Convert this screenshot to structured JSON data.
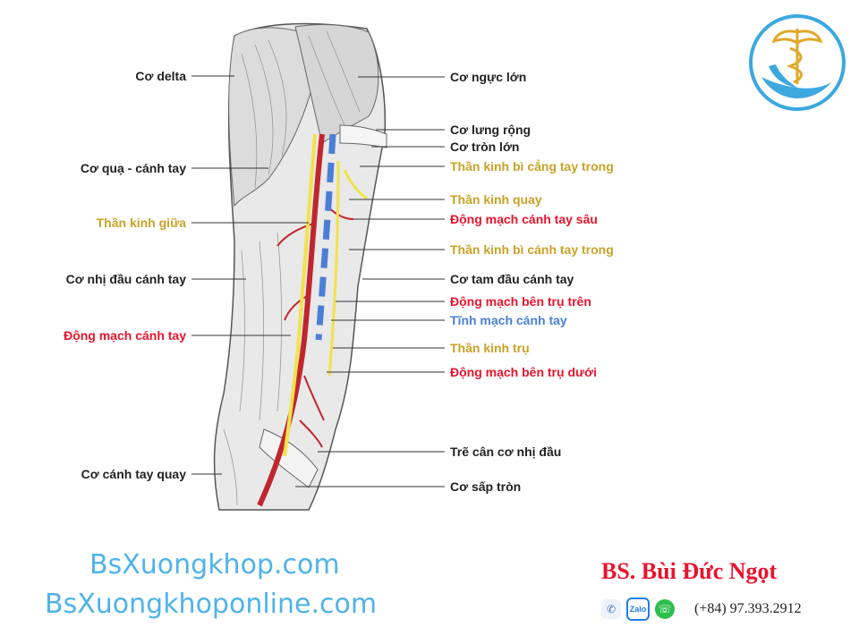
{
  "colors": {
    "muscle_label": "#222222",
    "nerve_label": "#c9a227",
    "artery_label": "#e8142c",
    "vein_label": "#4b7fd6",
    "site_text": "#4fb3e8",
    "logo_ring": "#3ca8e0"
  },
  "labels": {
    "left": [
      {
        "text": "Cơ delta",
        "kind": "muscle"
      },
      {
        "text": "Cơ quạ - cánh tay",
        "kind": "muscle"
      },
      {
        "text": "Thần kinh giữa",
        "kind": "nerve"
      },
      {
        "text": "Cơ nhị đầu cánh tay",
        "kind": "muscle"
      },
      {
        "text": "Động mạch cánh tay",
        "kind": "artery"
      },
      {
        "text": "Cơ cánh tay quay",
        "kind": "muscle"
      }
    ],
    "right": [
      {
        "text": "Cơ ngực lớn",
        "kind": "muscle"
      },
      {
        "text": "Cơ lưng rộng",
        "kind": "muscle"
      },
      {
        "text": "Cơ tròn lớn",
        "kind": "muscle"
      },
      {
        "text": "Thần kinh bì cẳng tay trong",
        "kind": "nerve"
      },
      {
        "text": "Thần kinh quay",
        "kind": "nerve"
      },
      {
        "text": "Động mạch cánh tay sâu",
        "kind": "artery"
      },
      {
        "text": "Thần kinh bì cánh tay trong",
        "kind": "nerve"
      },
      {
        "text": "Cơ tam đầu cánh tay",
        "kind": "muscle"
      },
      {
        "text": "Động mạch bên trụ trên",
        "kind": "artery"
      },
      {
        "text": "Tĩnh mạch cánh tay",
        "kind": "vein"
      },
      {
        "text": "Thần kinh trụ",
        "kind": "nerve"
      },
      {
        "text": "Động mạch bên trụ dưới",
        "kind": "artery"
      },
      {
        "text": "Trẽ cân cơ nhị đầu",
        "kind": "muscle"
      },
      {
        "text": "Cơ sấp tròn",
        "kind": "muscle"
      }
    ]
  },
  "footer": {
    "site1": "BsXuongkhop.com",
    "site2": "BsXuongkhoponline.com",
    "doctor": "BS. Bùi Đức Ngọt",
    "phone": "(+84) 97.393.2912",
    "icons": [
      "phone-icon",
      "zalo-icon",
      "whatsapp-icon"
    ],
    "zalo_text": "Zalo"
  }
}
